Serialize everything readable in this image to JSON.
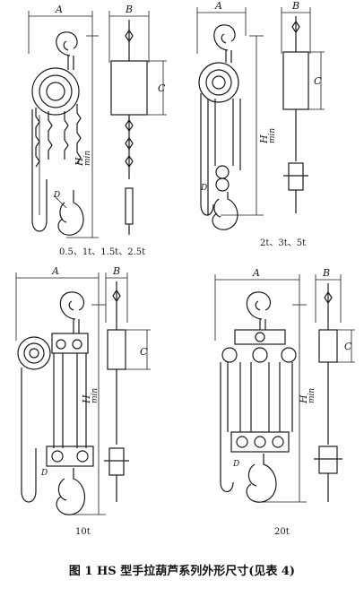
{
  "dimension_labels": {
    "A": "A",
    "B": "B",
    "C": "C",
    "H": "H",
    "H_sub": "min",
    "D": "D"
  },
  "panels": [
    {
      "id": "p1",
      "capacity": "0.5、1t、1.5t、2.5t"
    },
    {
      "id": "p2",
      "capacity": "2t、3t、5t"
    },
    {
      "id": "p3",
      "capacity": "10t"
    },
    {
      "id": "p4",
      "capacity": "20t"
    }
  ],
  "caption": "图 1   HS 型手拉葫芦系列外形尺寸(见表 4)"
}
